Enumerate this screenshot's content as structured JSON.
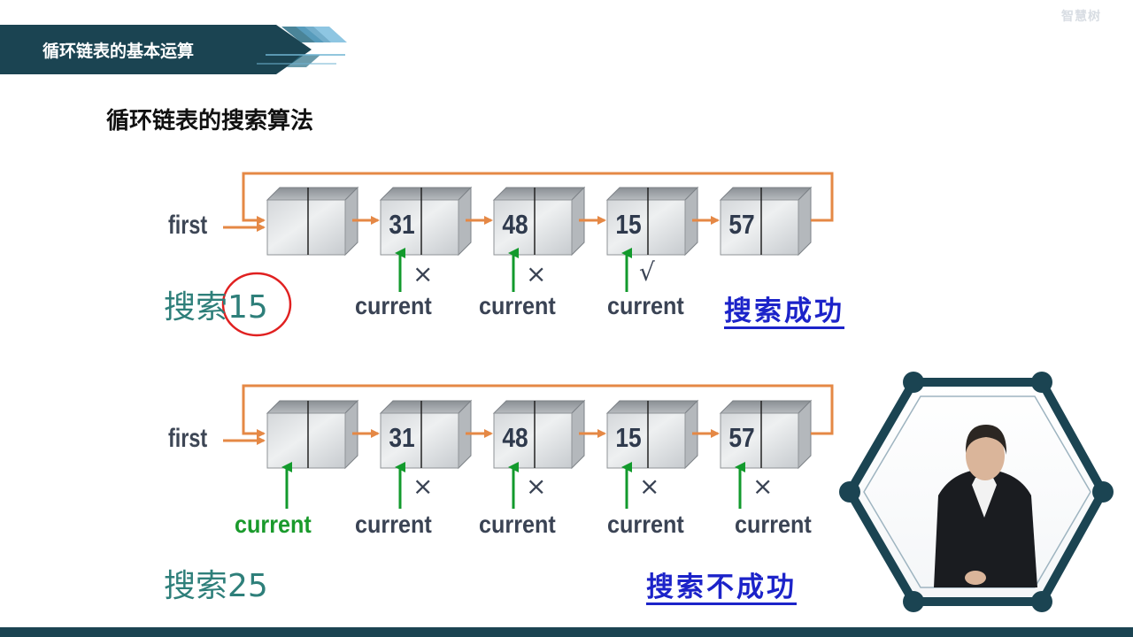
{
  "header": {
    "title": "循环链表的基本运算"
  },
  "slide": {
    "title": "循环链表的搜索算法"
  },
  "logo": {
    "text": "智慧树"
  },
  "colors": {
    "header_bg": "#1b4452",
    "arrow": "#e58845",
    "pointer_green": "#129a2c",
    "result_blue": "#1c23c9",
    "search_teal": "#2e7f7a"
  },
  "diagram1": {
    "head_label": "first",
    "nodes": [
      "31",
      "48",
      "15",
      "57"
    ],
    "pointer_label": "current",
    "marks": [
      "×",
      "×",
      "√"
    ],
    "search_label": "搜索",
    "search_value": "15",
    "result": "搜索成功"
  },
  "diagram2": {
    "head_label": "first",
    "nodes": [
      "31",
      "48",
      "15",
      "57"
    ],
    "pointer_label": "current",
    "start_pointer_label": "current",
    "marks": [
      "×",
      "×",
      "×",
      "×"
    ],
    "search_label": "搜索",
    "search_value": "25",
    "result": "搜索不成功"
  },
  "presenter": {
    "icon": "presenter-video-icon"
  }
}
